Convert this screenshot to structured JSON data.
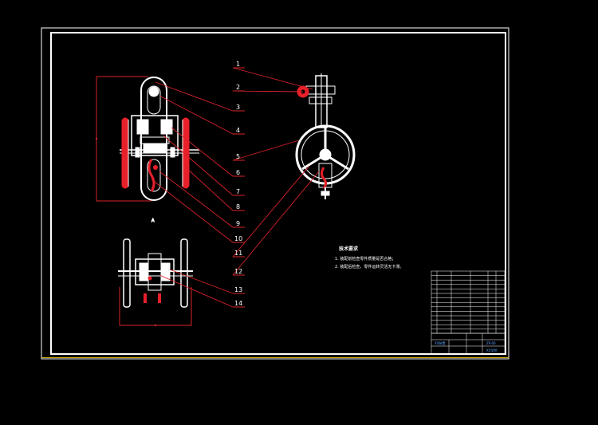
{
  "drawing": {
    "part_labels": [
      "1",
      "2",
      "3",
      "4",
      "5",
      "6",
      "7",
      "8",
      "9",
      "10",
      "11",
      "12",
      "13",
      "14"
    ],
    "technical_requirements": {
      "title": "技术要求",
      "lines": [
        "1. 装配前检查零件质量是否合格；",
        "2. 装配后检查，零件运转灵活无卡滞。"
      ]
    },
    "title_block": {
      "drawing_name": "XX装置",
      "drawing_no": "ZP-00",
      "school": "XX学院"
    },
    "colors": {
      "background": "#000000",
      "frame": "#ffffff",
      "part": "#ffffff",
      "red_part": "#e8202a",
      "leader": "#d8232a",
      "sheet_edge": "#c8a800"
    }
  }
}
